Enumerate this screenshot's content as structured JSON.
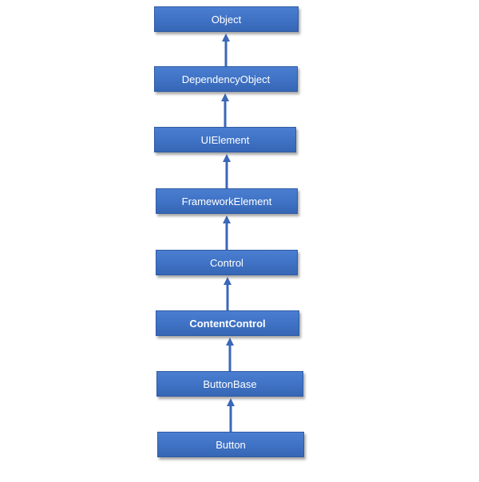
{
  "hierarchy": {
    "nodes": [
      {
        "id": "object",
        "label": "Object",
        "bold": false
      },
      {
        "id": "dependency-object",
        "label": "DependencyObject",
        "bold": false
      },
      {
        "id": "ui-element",
        "label": "UIElement",
        "bold": false
      },
      {
        "id": "framework-element",
        "label": "FrameworkElement",
        "bold": false
      },
      {
        "id": "control",
        "label": "Control",
        "bold": false
      },
      {
        "id": "content-control",
        "label": "ContentControl",
        "bold": true
      },
      {
        "id": "button-base",
        "label": "ButtonBase",
        "bold": false
      },
      {
        "id": "button",
        "label": "Button",
        "bold": false
      }
    ],
    "edges": [
      {
        "from": "dependency-object",
        "to": "object"
      },
      {
        "from": "ui-element",
        "to": "dependency-object"
      },
      {
        "from": "framework-element",
        "to": "ui-element"
      },
      {
        "from": "control",
        "to": "framework-element"
      },
      {
        "from": "content-control",
        "to": "control"
      },
      {
        "from": "button-base",
        "to": "content-control"
      },
      {
        "from": "button",
        "to": "button-base"
      }
    ]
  },
  "colors": {
    "box_fill": "#3f72c4",
    "box_border": "#2f5aa3",
    "box_text": "#ffffff",
    "arrow": "#3b67b8"
  }
}
